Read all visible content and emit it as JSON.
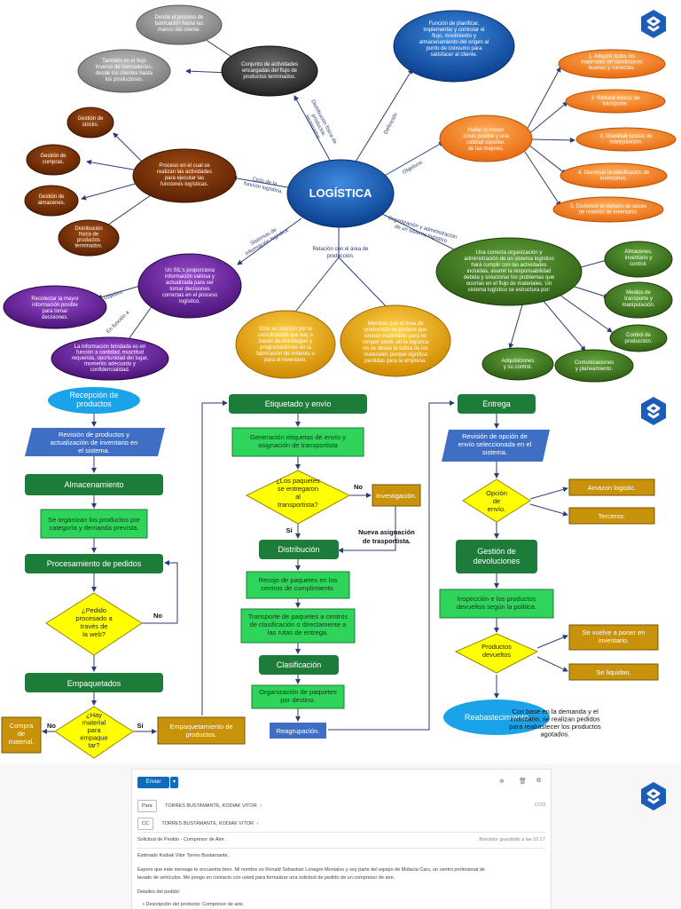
{
  "mindmap": {
    "center": "LOGÍSTICA",
    "definition_label": "Definición",
    "definition_text": [
      "Función de planificar,",
      "implementar y controlar el",
      "flujo, movimiento y",
      "almacenamiento del origen al",
      "punto de consumo para",
      "satisfacer al cliente."
    ],
    "distribution_label": [
      "Distribución física de",
      "productos",
      "terminados."
    ],
    "distribution_text": [
      "Conjunto de actividades",
      "encargadas del flujo de",
      "productos terminados."
    ],
    "distribution_sub": [
      [
        "Desde el proceso de",
        "fabricación hasta las",
        "manos del cliente."
      ],
      [
        "También en el flujo",
        "inverso de mercaderías,",
        "desde los clientes hasta",
        "los productores."
      ]
    ],
    "cycle_label": [
      "Ciclo de la",
      "función logística."
    ],
    "cycle_text": [
      "Proceso en el cual se",
      "realizan las actividades",
      "para ejecutar las",
      "funciones logísticas."
    ],
    "cycle_sub": [
      [
        "Gestión de",
        "stocks."
      ],
      [
        "Gestión de",
        "compras."
      ],
      [
        "Gestión de",
        "almacenes."
      ],
      [
        "Distribución",
        "física de",
        "productos",
        "terminados."
      ]
    ],
    "objectives_label": "Objetivos",
    "objectives_text": [
      "Hallar el menor",
      "costo posible y una",
      "calidad superior,",
      "de las mejores."
    ],
    "objectives_list": [
      [
        "1. Adquirir todos los",
        "materiales en condiciones",
        "buenas y correctas."
      ],
      [
        "2. Reducir costos de",
        "transporte."
      ],
      [
        "3. Disminuir costos de",
        "manipulación."
      ],
      [
        "4. Disminuir la clasificación de",
        "inventarios."
      ],
      [
        "5. Disminuir el número de veces",
        "de revisión de inventario."
      ]
    ],
    "org_label": [
      "Organización y administración",
      "de un sistema logístico"
    ],
    "org_text": [
      "Una correcta organización y",
      "administración de un sistema logístico",
      "hará cumplir con las actividades",
      "incluidas, asumir la responsabilidad",
      "debida y solucionar los problemas que",
      "ocurran en el flujo de materiales. Un",
      "sistema logístico se estructura por:"
    ],
    "org_sub": [
      [
        "Almacenes,",
        "inventario y",
        "control."
      ],
      [
        "Medios de",
        "transporte y",
        "manipulación."
      ],
      [
        "Control de",
        "producción."
      ],
      [
        "Comunicaciones",
        "y planeamiento."
      ],
      [
        "Adquisiciones",
        "y su control."
      ]
    ],
    "production_label": [
      "Relación con el área de",
      "producción."
    ],
    "production_sub": [
      [
        "Esta se relación por la",
        "coordinación que hay a",
        "través de estrategias y",
        "programaciones en la",
        "fabricación de ordenes o",
        "para el inventario."
      ],
      [
        "Mientras que el área de",
        "producción se prefiere que",
        "existan materiales para no",
        "romper stock, en la logística",
        "no se desea la sobra de los",
        "materiales porque significa",
        "pérdidas para la empresa."
      ]
    ],
    "info_label": [
      "Sistemas de",
      "información logística"
    ],
    "info_text": [
      "Un SIL's proporciona",
      "información valiosa y",
      "actualizada para ser",
      "tomar decisiones",
      "correctas en el proceso",
      "logístico."
    ],
    "info_obj_label": "Objetivo",
    "info_obj_text": [
      "Recolectar la mayor",
      "información posible",
      "para tomar",
      "decisiones."
    ],
    "info_func_label": "En función a",
    "info_func_text": [
      "La información brindada es en",
      "función a cantidad, exactitud",
      "requerida, oportunidad del lugar,",
      "momento adecuado y",
      "confidencialidad."
    ]
  },
  "flow": {
    "col1": {
      "start": [
        "Recepción de",
        "productos"
      ],
      "review": [
        "Revisión de productos y",
        "actualización de inventario en",
        "el sistema."
      ],
      "storage": "Almacenamiento",
      "organize": [
        "Se organizan los productos por",
        "categoría y demanda prevista."
      ],
      "processing": "Procesamiento de pedidos",
      "decision1": [
        "¿Pedido",
        "procesado a",
        "través de",
        "la web?"
      ],
      "no1": "No",
      "packing": "Empaquetados",
      "decision2": [
        "¿Hay",
        "material",
        "para",
        "empaque",
        "tar?"
      ],
      "no2": "No",
      "yes2": "Sí",
      "buy": [
        "Compra",
        "de",
        "material."
      ],
      "packing_products": [
        "Empaquetamiento de",
        "productos."
      ]
    },
    "col2": {
      "header": "Etiquetado y envío",
      "generate": [
        "Generación etiquetas de envío y",
        "asignación de transportista"
      ],
      "decision": [
        "¿Los paquetes",
        "se entregaron",
        "al",
        "transportista?"
      ],
      "no": "No",
      "yes": "Sí",
      "investigate": "Investigación.",
      "reassign": [
        "Nueva asignación",
        "de trasportista."
      ],
      "distribution": "Distribución",
      "collect": [
        "Recojo de paquetes en los",
        "centros de cumplimiento."
      ],
      "transport": [
        "Transporte de paquetes a centros",
        "de clasificación o directamente a",
        "las rutas de entrega."
      ],
      "classification": "Clasificación",
      "organize": [
        "Organización de paquetes",
        "por destino."
      ],
      "regroup": "Reagrupación."
    },
    "col3": {
      "header": "Entrega",
      "review": [
        "Revisión de opción de",
        "envío seleccionada en el",
        "sistema."
      ],
      "decision": [
        "Opción",
        "de",
        "envío."
      ],
      "amazon": "Amazon logistic.",
      "third": "Terceros.",
      "returns": [
        "Gestión de",
        "devoluciones"
      ],
      "inspect": [
        "Inspección e los productos",
        "devueltos según la politica."
      ],
      "decision2": [
        "Productos",
        "devueltos"
      ],
      "restock": [
        "Se vuelve a poner en",
        "inventario."
      ],
      "liquidate": "Se liquidan.",
      "replenish": "Reabastecimiento",
      "note": [
        "Con base en la demanda y el",
        "inventario, se realizan pedidos",
        "para reabastecer los productos",
        "agotados."
      ]
    }
  },
  "email": {
    "send": "Enviar",
    "to_label": "Para",
    "to_value": "TORRES BUSTAMANTE, KODIAK VITOR",
    "cc_label": "CC",
    "cc_value": "TORRES BUSTAMANTE, KODIAK VITOR",
    "bcc": "CCO",
    "subject": "Solicitud de Pedido - Compresor de Aire",
    "draft_status": "Borrador guardado a las 10:17",
    "greeting": "Estimado Kodiak Vitor Torres Bustamante,",
    "body1": "Espero que este mensaje te encuentre bien. Mi nombre es Ronald Sebastian Lonagre Montalvo y soy parte del equipo de Midacia Cars, un centro profesional de",
    "body2": "lavado de vehículos. Me pongo en contacto con usted para formalizar una solicitud de pedido de un compresor de aire.",
    "details_title": "Detalles del pedido:",
    "bullet1": "Descripción del producto: Compresor de aire."
  },
  "colors": {
    "logo": "#1a5cb8",
    "flow_green": "#1e7c3a",
    "flow_bright": "#2fd45a",
    "flow_blue": "#3f6fc4",
    "flow_yellow": "#ffff00",
    "flow_brown": "#c8920a"
  }
}
